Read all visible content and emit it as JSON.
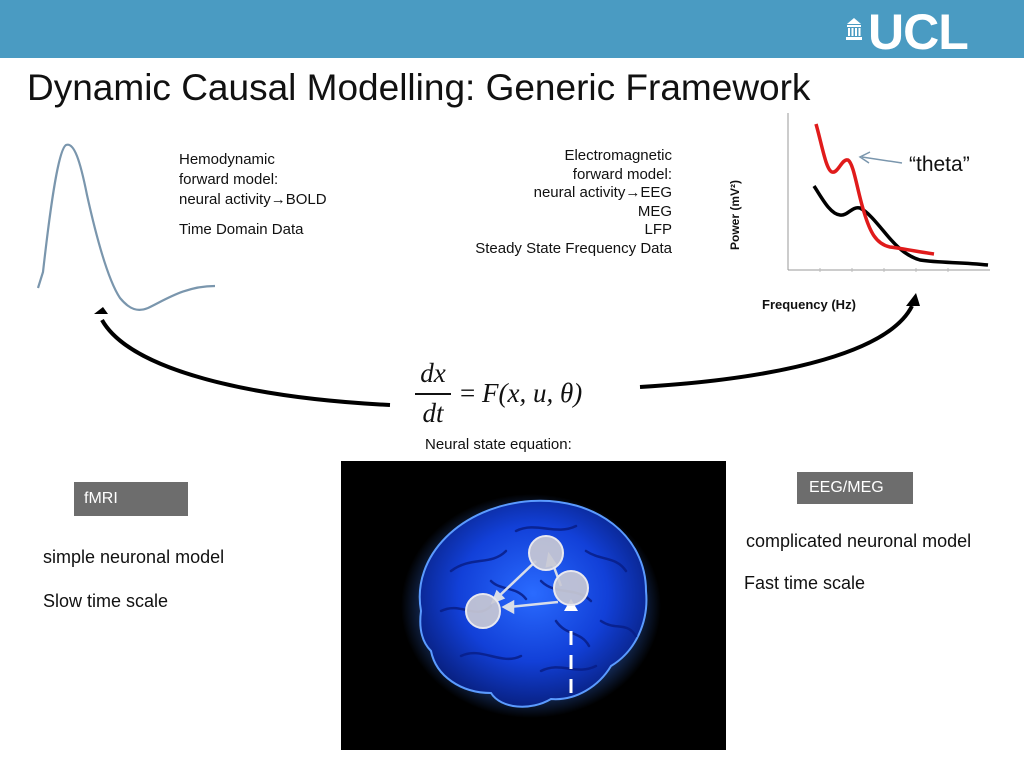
{
  "slide": {
    "title": "Dynamic Causal Modelling: Generic Framework",
    "logo_text": "UCL"
  },
  "fmri": {
    "forward_model": [
      "Hemodynamic",
      "forward model:",
      "neural activity→BOLD"
    ],
    "data_type": "Time Domain Data",
    "badge": "fMRI",
    "neuronal_model": "simple neuronal model",
    "time_scale": "Slow time scale"
  },
  "eeg": {
    "forward_model": [
      "Electromagnetic",
      "forward model:",
      "neural activity→EEG",
      "MEG",
      "LFP"
    ],
    "data_type": "Steady State Frequency Data",
    "badge": "EEG/MEG",
    "neuronal_model": "complicated neuronal model",
    "time_scale": "Fast time scale"
  },
  "equation": {
    "numerator": "dx",
    "denominator": "dt",
    "rhs_prefix": "= ",
    "function": "F",
    "args": "(x, u, θ)",
    "caption": "Neural state equation:"
  },
  "spectrum": {
    "annotation": "“theta”",
    "ylabel": "Power (mV²)",
    "xlabel": "Frequency (Hz)"
  },
  "colors": {
    "header_bar": "#4a9bc2",
    "badge": "#6d6d6d",
    "hrf_curve": "#7a96ad",
    "spectrum_red": "#e01b1b",
    "spectrum_black": "#000000",
    "brain_glow": "#1a4fff",
    "node_fill": "#c9c9d4",
    "theta_arrow": "#7a96ad"
  }
}
